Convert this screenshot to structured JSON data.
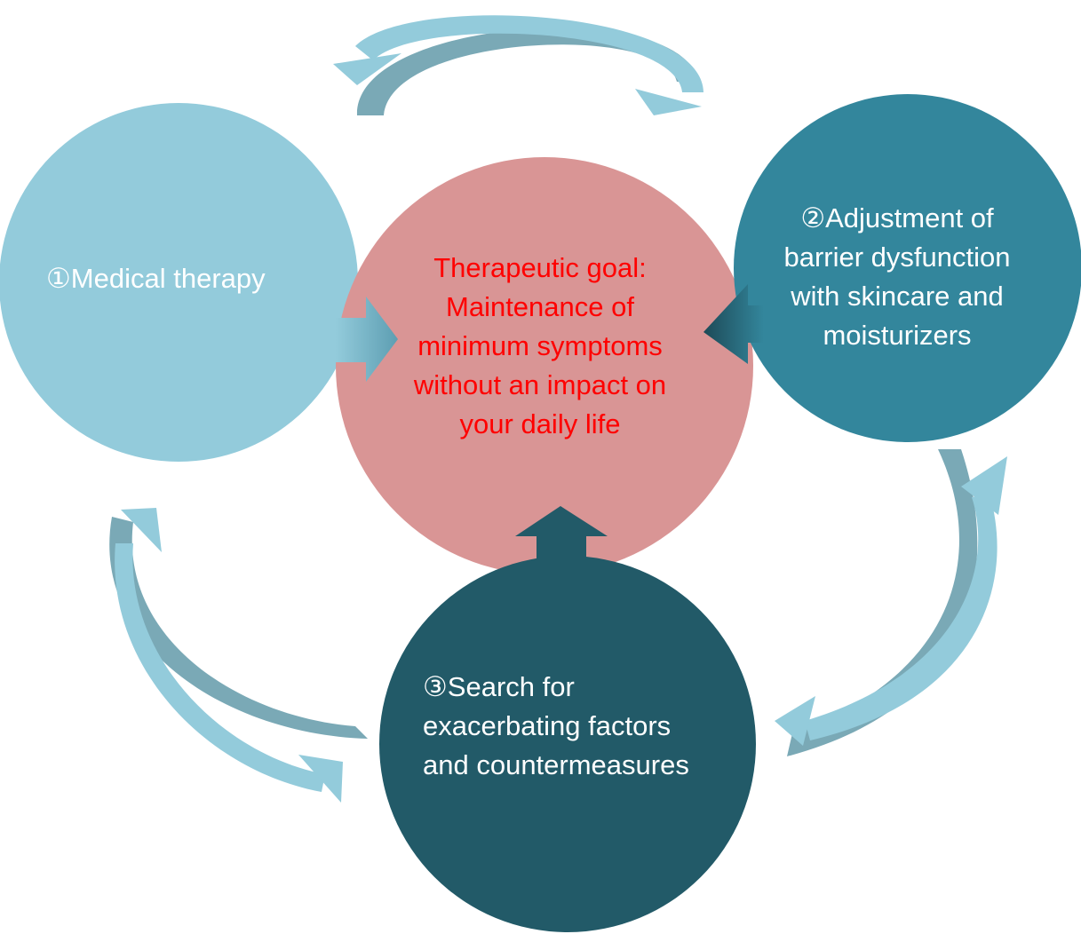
{
  "colors": {
    "medical_circle": "#93cbdb",
    "skincare_circle": "#33869c",
    "search_circle": "#225a68",
    "goal_circle": "#d99595",
    "goal_text": "#ff0000",
    "label_text": "#ffffff",
    "arrow_light": "#93cbdb",
    "arrow_mid": "#79a9b6"
  },
  "nodes": {
    "medical": {
      "text": "①Medical therapy"
    },
    "skincare": {
      "lines": [
        "②Adjustment of",
        "barrier dysfunction",
        "with skincare and",
        "moisturizers"
      ]
    },
    "search": {
      "lines": [
        "③Search for",
        "exacerbating factors",
        "and countermeasures"
      ]
    },
    "goal": {
      "lines": [
        "Therapeutic goal:",
        "Maintenance of",
        "minimum symptoms",
        "without an impact on",
        "your daily life"
      ]
    }
  }
}
